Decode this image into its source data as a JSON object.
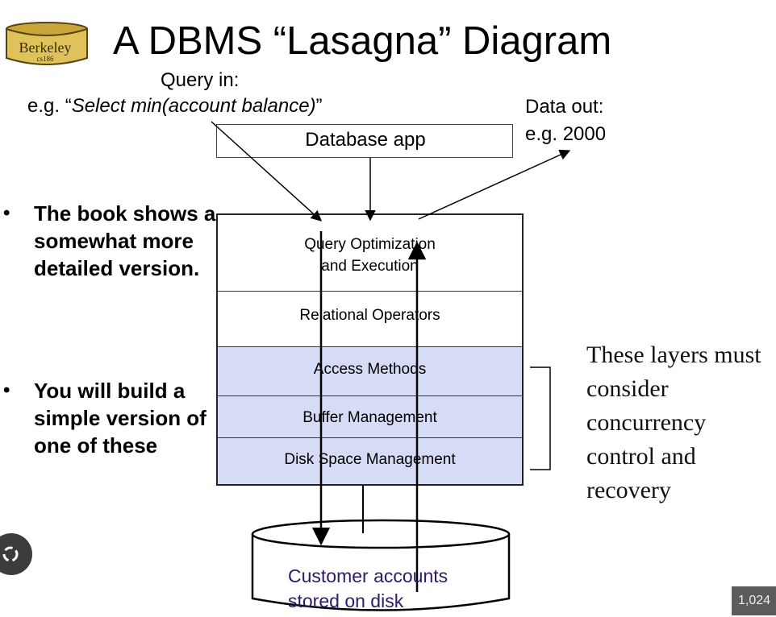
{
  "logo": {
    "text": "Berkeley",
    "sub": "cs186"
  },
  "title": "A DBMS “Lasagna” Diagram",
  "query": {
    "in_label": "Query in:",
    "example_prefix": "e.g. “",
    "example_query": "Select min(account balance)",
    "example_suffix": "”"
  },
  "data_out": {
    "label": "Data out:",
    "example": "e.g. 2000"
  },
  "app": {
    "label": "Database app"
  },
  "layers": [
    {
      "label_line1": "Query Optimization",
      "label_line2": "and Execution"
    },
    {
      "label": "Relational Operators"
    },
    {
      "label": "Access Methods"
    },
    {
      "label": "Buffer Management"
    },
    {
      "label": "Disk Space Management"
    }
  ],
  "bullets": [
    "The book shows a somewhat more detailed version.",
    "You will build a simple version of one of these"
  ],
  "side_note": "These layers must consider concurrency control and recovery",
  "disk": {
    "label_line1": "Customer accounts",
    "label_line2": "stored on disk"
  },
  "ui": {
    "counter": "1,024",
    "nav_icon": "link-icon"
  },
  "colors": {
    "layer_highlight": "#d6dcf5",
    "disk_text": "#2d1a6a",
    "logo_fill": "#d9b84a"
  }
}
